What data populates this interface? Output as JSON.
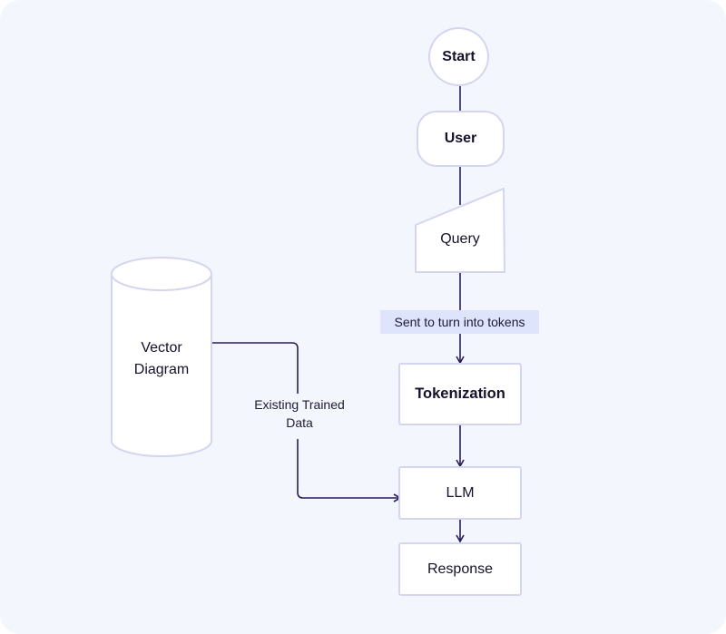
{
  "nodes": {
    "start": "Start",
    "user": "User",
    "query": "Query",
    "vector_db": "Vector\nDiagram",
    "tokenization": "Tokenization",
    "llm": "LLM",
    "response": "Response"
  },
  "edges": {
    "query_to_tokenization": "Sent to turn into tokens",
    "vector_to_llm": "Existing Trained\nData"
  },
  "colors": {
    "canvas": "#f4f6fe",
    "node_fill": "#ffffff",
    "node_border": "#d4d5f0",
    "connector": "#2a1c5a",
    "label_highlight": "#dde4fb"
  }
}
